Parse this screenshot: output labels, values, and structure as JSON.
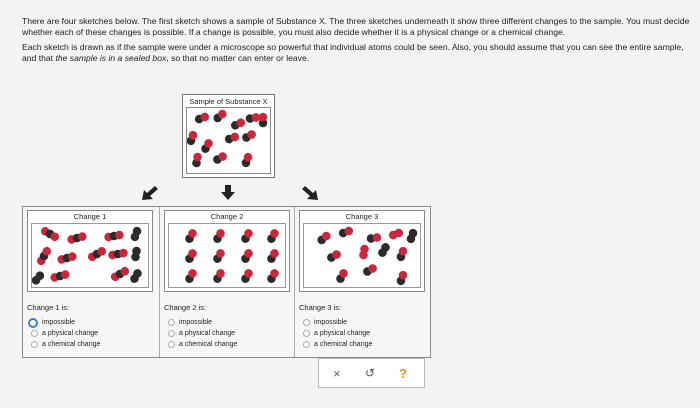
{
  "intro": {
    "p1": "There are four sketches below. The first sketch shows a sample of Substance X. The three sketches underneath it show three different changes to the sample. You must decide whether each of these changes is possible. If a change is possible, you must also decide whether it is a physical change or a chemical change.",
    "p2_start": "Each sketch is drawn as if the sample were under a microscope so powerful that individual atoms could be seen. Also, you should assume that you can see the entire sample, and that ",
    "p2_em": "the sample is in a sealed box",
    "p2_end": ", so that no matter can enter or leave."
  },
  "sample_label": "Sample of Substance X",
  "changes": [
    {
      "label": "Change 1",
      "question": "Change 1 is:"
    },
    {
      "label": "Change 2",
      "question": "Change 2 is:"
    },
    {
      "label": "Change 3",
      "question": "Change 3 is:"
    }
  ],
  "options": [
    "impossible",
    "a physical change",
    "a chemical change"
  ],
  "selected": {
    "change1": "impossible"
  },
  "toolbar": {
    "clear": "×",
    "undo": "↺",
    "help": "?"
  },
  "colors": {
    "black_atom": "#2b2b2b",
    "red_atom": "#c8283a",
    "selected_radio": "#3d7fd6",
    "help": "#e0921a"
  },
  "icons": [
    "arrow-down-left-icon",
    "arrow-down-icon",
    "arrow-down-right-icon",
    "clear-icon",
    "undo-icon",
    "help-icon"
  ]
}
